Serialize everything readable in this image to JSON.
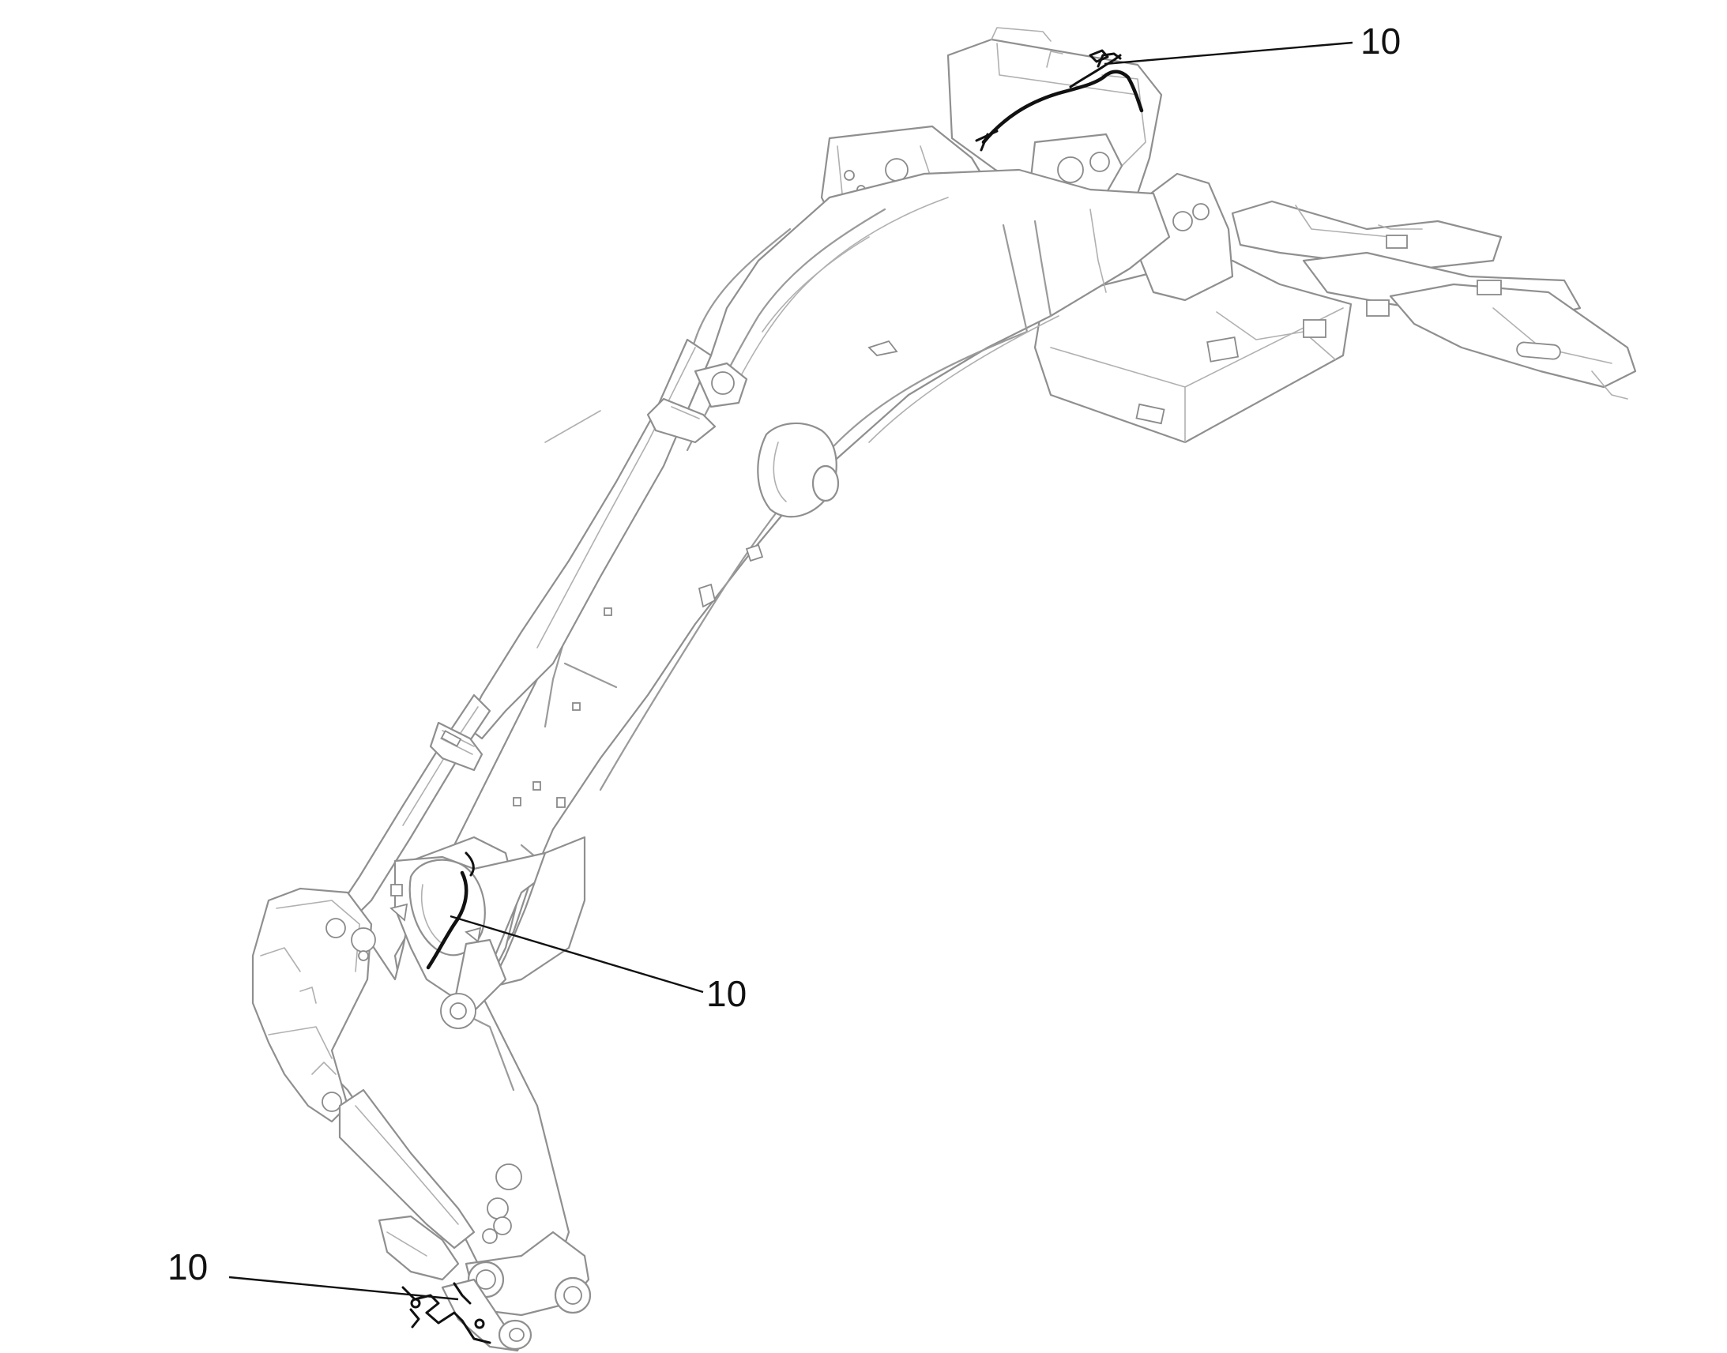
{
  "callouts": [
    {
      "label": "10"
    },
    {
      "label": "10"
    },
    {
      "label": "10"
    }
  ]
}
